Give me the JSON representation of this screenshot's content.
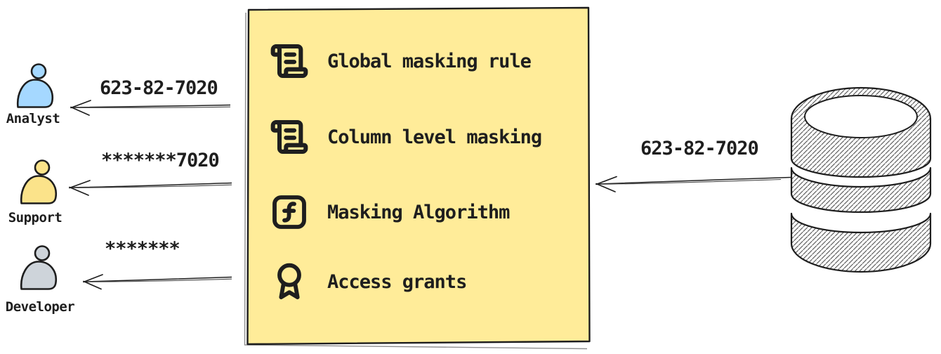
{
  "colors": {
    "background": "#ffffff",
    "ink": "#1e1e1e",
    "box_fill": "#ffec99",
    "analyst_fill": "#a5d8ff",
    "support_fill": "#fbe38a",
    "developer_fill": "#ced4da"
  },
  "consumers": [
    {
      "name": "Analyst",
      "icon": "person-icon",
      "received_value": "623-82-7020"
    },
    {
      "name": "Support",
      "icon": "person-icon",
      "received_value": "*******7020"
    },
    {
      "name": "Developer",
      "icon": "person-icon",
      "received_value": "*******"
    }
  ],
  "masking_box": {
    "items": [
      {
        "icon": "scroll-icon",
        "label": "Global masking rule"
      },
      {
        "icon": "scroll-icon",
        "label": "Column level masking"
      },
      {
        "icon": "function-icon",
        "label": "Masking Algorithm"
      },
      {
        "icon": "award-icon",
        "label": "Access grants"
      }
    ]
  },
  "source": {
    "icon": "database-icon",
    "sent_value": "623-82-7020"
  }
}
